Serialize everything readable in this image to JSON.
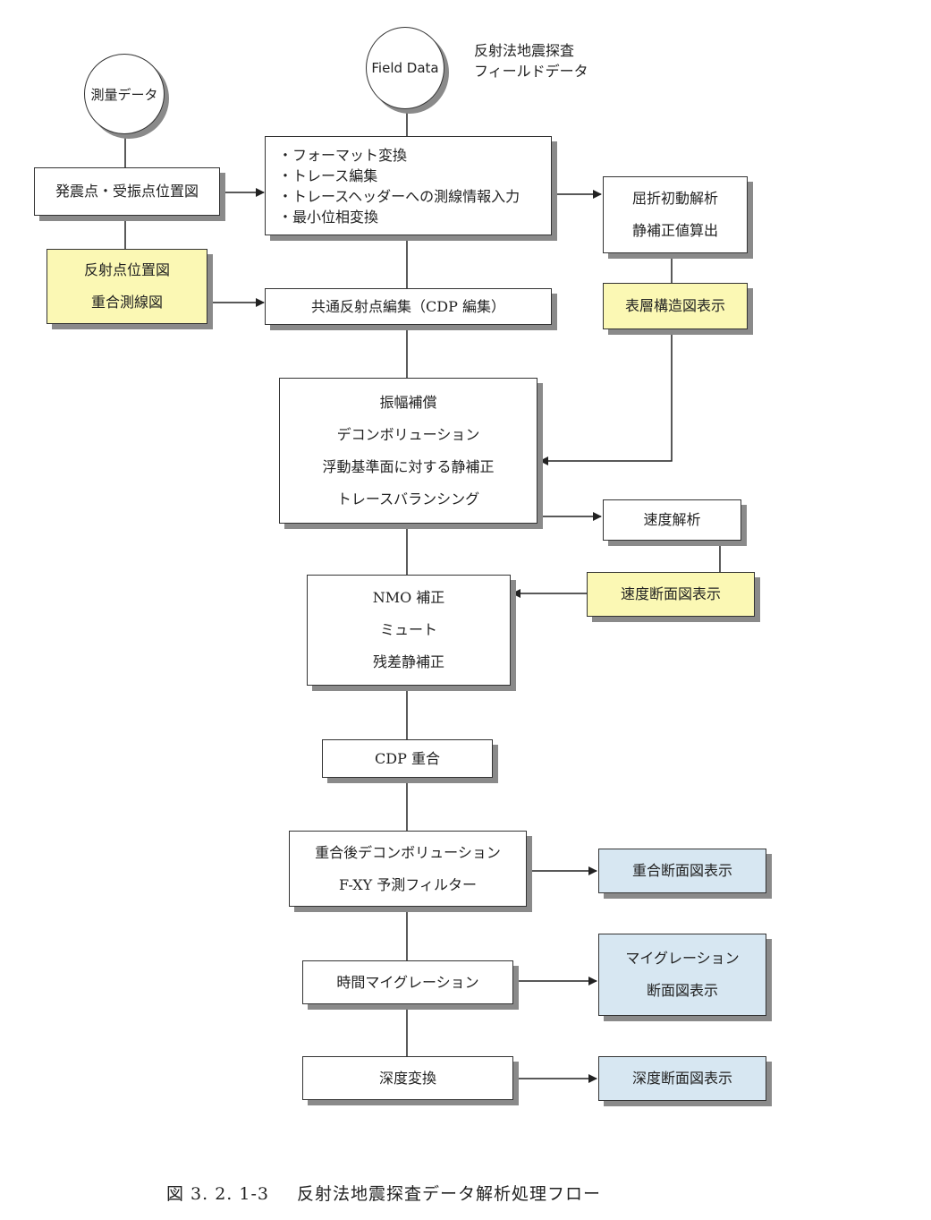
{
  "inputs": {
    "survey": "測量データ",
    "field": "Field Data",
    "field_note_1": "反射法地震探査",
    "field_note_2": "フィールドデータ"
  },
  "left": {
    "shot_receiver_map": "発震点・受振点位置図",
    "cdp_map_1": "反射点位置図",
    "cdp_map_2": "重合測線図"
  },
  "steps": {
    "preprocess": [
      "・フォーマット変換",
      "・トレース編集",
      "・トレースヘッダーへの測線情報入力",
      "・最小位相変換"
    ],
    "cdp_sort": "共通反射点編集（CDP 編集）",
    "processing": [
      "振幅補償",
      "デコンボリューション",
      "浮動基準面に対する静補正",
      "トレースバランシング"
    ],
    "nmo": [
      "NMO 補正",
      "ミュート",
      "残差静補正"
    ],
    "stack": "CDP 重合",
    "post_stack": [
      "重合後デコンボリューション",
      "F-XY 予測フィルター"
    ],
    "time_migration": "時間マイグレーション",
    "depth_conversion": "深度変換"
  },
  "right": {
    "refraction": [
      "屈折初動解析",
      "静補正値算出"
    ],
    "near_surface": "表層構造図表示",
    "velocity": "速度解析",
    "velocity_section": "速度断面図表示",
    "stack_section": "重合断面図表示",
    "migration_section": [
      "マイグレーション",
      "断面図表示"
    ],
    "depth_section": "深度断面図表示"
  },
  "caption": {
    "number": "図 3. 2. 1-3",
    "title": "反射法地震探査データ解析処理フロー"
  },
  "colors": {
    "output_map_fill": "#fbf8b4",
    "section_display_fill": "#d7e7f2",
    "line": "#222222"
  }
}
